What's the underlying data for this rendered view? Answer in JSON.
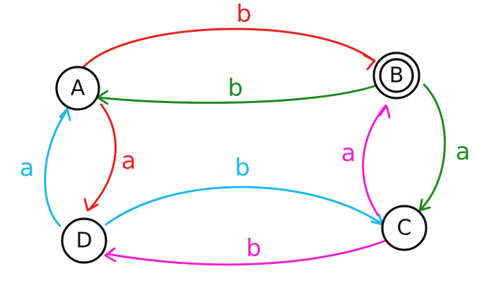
{
  "diagram": {
    "type": "state-diagram",
    "states": [
      {
        "id": "A",
        "label": "A",
        "accepting": false
      },
      {
        "id": "B",
        "label": "B",
        "accepting": true
      },
      {
        "id": "C",
        "label": "C",
        "accepting": false
      },
      {
        "id": "D",
        "label": "D",
        "accepting": false
      }
    ],
    "transitions": [
      {
        "id": "ab",
        "from": "A",
        "to": "B",
        "label": "b",
        "color": "#e8231f"
      },
      {
        "id": "ba",
        "from": "B",
        "to": "A",
        "label": "b",
        "color": "#1f8a1f"
      },
      {
        "id": "ad",
        "from": "A",
        "to": "D",
        "label": "a",
        "color": "#e8231f"
      },
      {
        "id": "da",
        "from": "D",
        "to": "A",
        "label": "a",
        "color": "#1fb8ea"
      },
      {
        "id": "dc",
        "from": "D",
        "to": "C",
        "label": "b",
        "color": "#1fb8ea"
      },
      {
        "id": "cd",
        "from": "C",
        "to": "D",
        "label": "b",
        "color": "#ee22d0"
      },
      {
        "id": "bc",
        "from": "B",
        "to": "C",
        "label": "a",
        "color": "#1f8a1f"
      },
      {
        "id": "cb",
        "from": "C",
        "to": "B",
        "label": "a",
        "color": "#ee22d0"
      }
    ]
  }
}
